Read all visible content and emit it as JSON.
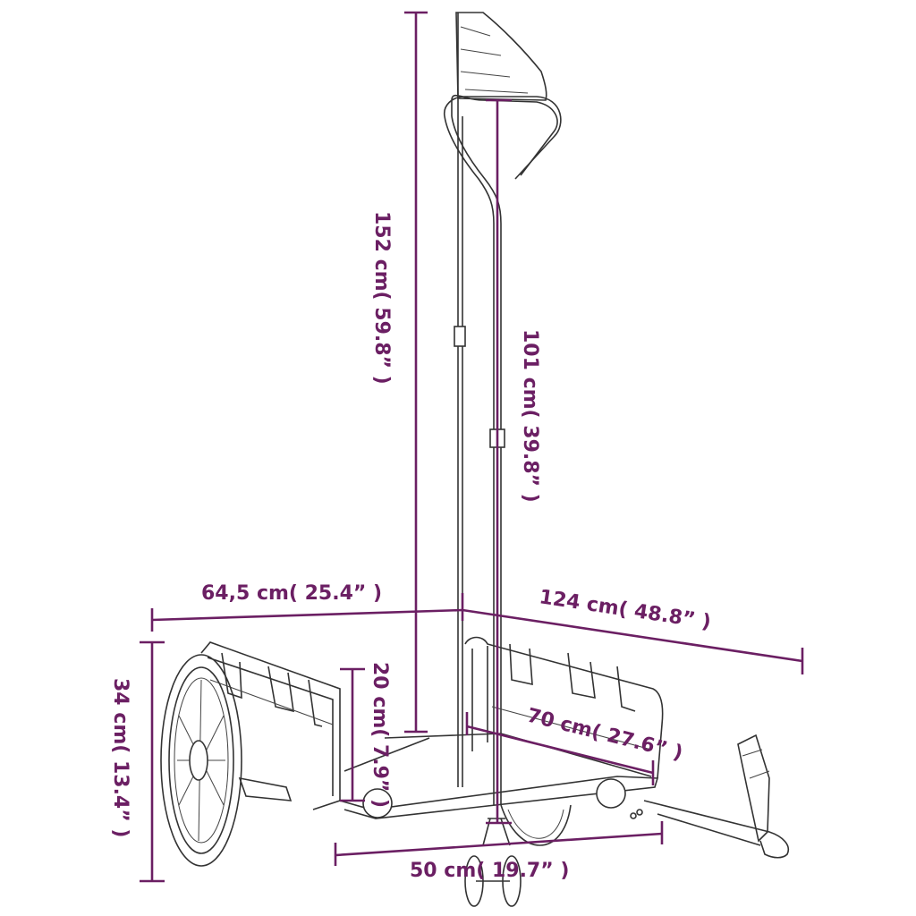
{
  "dimensions": {
    "total_height": "152 cm( 59.8” )",
    "handle_height": "101 cm( 39.8” )",
    "width": "64,5 cm( 25.4” )",
    "length": "124 cm( 48.8” )",
    "wheel_height": "34 cm( 13.4” )",
    "box_height": "20 cm( 7.9” )",
    "box_length": "70 cm( 27.6” )",
    "box_width": "50 cm( 19.7” )"
  },
  "colors": {
    "dimension": "#6b1f63",
    "drawing": "#333333"
  }
}
